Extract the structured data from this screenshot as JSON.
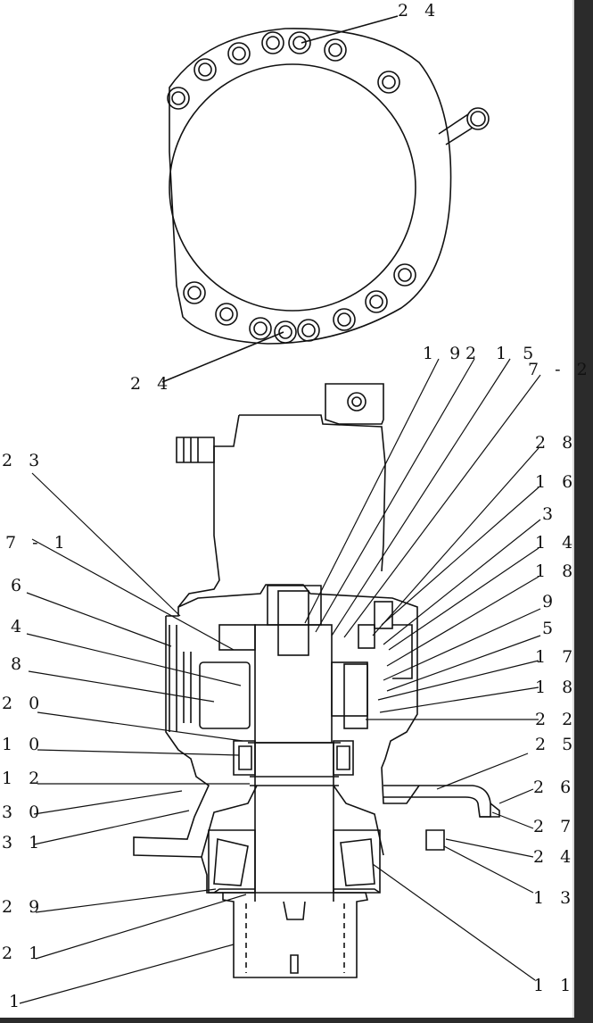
{
  "diagram": {
    "labels": {
      "top_24": "2 4",
      "mid_24": "2 4",
      "l19": "1 9",
      "l2": "2",
      "l15": "1 5",
      "l7_2": "7 - 2",
      "l28": "2 8",
      "l16": "1 6",
      "l3": "3",
      "l14": "1 4",
      "l18a": "1 8",
      "l9": "9",
      "l5": "5",
      "l17": "1 7",
      "l18b": "1 8",
      "l22": "2 2",
      "l25": "2 5",
      "l26": "2 6",
      "l27": "2 7",
      "r24": "2 4",
      "l13": "1 3",
      "l11": "1 1",
      "l23": "2 3",
      "l7_1": "7 - 1",
      "l6": "6",
      "l4": "4",
      "l8": "8",
      "l20": "2 0",
      "l10": "1 0",
      "l12": "1 2",
      "l30": "3 0",
      "l31": "3 1",
      "l29": "2 9",
      "l21": "2 1",
      "l1": "1"
    },
    "colors": {
      "line": "#111111",
      "paper": "#ffffff",
      "frame": "#2b2b2b"
    }
  }
}
